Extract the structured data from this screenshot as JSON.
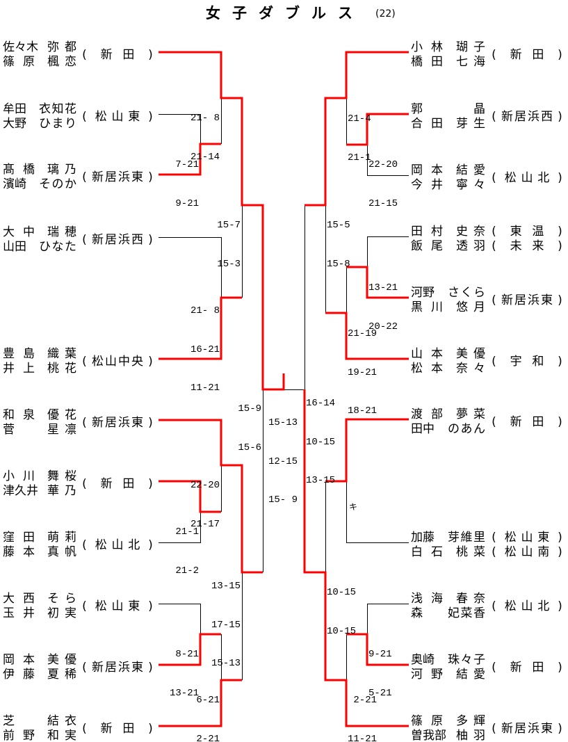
{
  "header": {
    "title": "女子ダブルス",
    "entry_count": "(22)"
  },
  "school_brackets": {
    "open": "(",
    "close": ")"
  },
  "colors": {
    "winner_line": "#ff0000",
    "loser_line": "#000000"
  },
  "left_teams": [
    {
      "players": [
        {
          "family": "佐々木",
          "given": "弥都"
        },
        {
          "family": "篠原",
          "given": "楓恋"
        }
      ],
      "school": "新田"
    },
    {
      "players": [
        {
          "family": "牟田",
          "given": "衣知花"
        },
        {
          "family": "大野",
          "given": "ひまり"
        }
      ],
      "school": "松山東"
    },
    {
      "players": [
        {
          "family": "髙橋",
          "given": "璃乃"
        },
        {
          "family": "濱崎",
          "given": "そのか"
        }
      ],
      "school": "新居浜東"
    },
    {
      "players": [
        {
          "family": "大中",
          "given": "瑞穂"
        },
        {
          "family": "山田",
          "given": "ひなた"
        }
      ],
      "school": "新居浜西"
    },
    {
      "players": [
        {
          "family": "豊島",
          "given": "織葉"
        },
        {
          "family": "井上",
          "given": "桃花"
        }
      ],
      "school": "松山中央"
    },
    {
      "players": [
        {
          "family": "和泉",
          "given": "優花"
        },
        {
          "family": "菅",
          "given": "星凛"
        }
      ],
      "school": "新居浜東"
    },
    {
      "players": [
        {
          "family": "小川",
          "given": "舞桜"
        },
        {
          "family": "津久井",
          "given": "華乃"
        }
      ],
      "school": "新田"
    },
    {
      "players": [
        {
          "family": "窪田",
          "given": "萌莉"
        },
        {
          "family": "藤本",
          "given": "真帆"
        }
      ],
      "school": "松山北"
    },
    {
      "players": [
        {
          "family": "大西",
          "given": "そら"
        },
        {
          "family": "玉井",
          "given": "初実"
        }
      ],
      "school": "松山東"
    },
    {
      "players": [
        {
          "family": "岡本",
          "given": "美優"
        },
        {
          "family": "伊藤",
          "given": "夏稀"
        }
      ],
      "school": "新居浜東"
    },
    {
      "players": [
        {
          "family": "芝",
          "given": "結衣"
        },
        {
          "family": "前野",
          "given": "和実"
        }
      ],
      "school": "新田"
    }
  ],
  "right_teams": [
    {
      "players": [
        {
          "family": "小林",
          "given": "瑚子"
        },
        {
          "family": "橋田",
          "given": "七海"
        }
      ],
      "school": "新田"
    },
    {
      "players": [
        {
          "family": "郭",
          "given": "晶"
        },
        {
          "family": "合田",
          "given": "芽生"
        }
      ],
      "school": "新居浜西"
    },
    {
      "players": [
        {
          "family": "岡本",
          "given": "結愛"
        },
        {
          "family": "今井",
          "given": "寧々"
        }
      ],
      "school": "松山北"
    },
    {
      "players": [
        {
          "family": "田村",
          "given": "史奈",
          "school": "東温"
        },
        {
          "family": "飯尾",
          "given": "透羽",
          "school": "未来"
        }
      ]
    },
    {
      "players": [
        {
          "family": "河野",
          "given": "さくら"
        },
        {
          "family": "黒川",
          "given": "悠月"
        }
      ],
      "school": "新居浜東"
    },
    {
      "players": [
        {
          "family": "山本",
          "given": "美優"
        },
        {
          "family": "松本",
          "given": "奈々"
        }
      ],
      "school": "宇和"
    },
    {
      "players": [
        {
          "family": "渡部",
          "given": "夢菜"
        },
        {
          "family": "田中",
          "given": "のあん"
        }
      ],
      "school": "新田"
    },
    {
      "players": [
        {
          "family": "加藤",
          "given": "芽維里",
          "school": "松山東"
        },
        {
          "family": "白石",
          "given": "桃菜",
          "school": "松山南"
        }
      ]
    },
    {
      "players": [
        {
          "family": "浅海",
          "given": "春奈"
        },
        {
          "family": "森",
          "given": "妃菜香"
        }
      ],
      "school": "松山北"
    },
    {
      "players": [
        {
          "family": "奥崎",
          "given": "珠々子"
        },
        {
          "family": "河野",
          "given": "結愛"
        }
      ],
      "school": "新田"
    },
    {
      "players": [
        {
          "family": "篠原",
          "given": "多輝"
        },
        {
          "family": "曽我部",
          "given": "柚羽"
        }
      ],
      "school": "新居浜東"
    }
  ],
  "matches": {
    "left_r1_a": {
      "winner": "lower",
      "scores": [
        "7-21",
        "9-21"
      ]
    },
    "left_r2_a": {
      "winner": "upper",
      "scores": [
        "21- 8",
        "21-14"
      ]
    },
    "left_r2_b": {
      "winner": "lower",
      "scores": [
        "21- 8",
        "16-21",
        "11-21"
      ]
    },
    "left_qf_a": {
      "winner": "upper",
      "scores": [
        "15-7",
        "15-3"
      ]
    },
    "left_r1_b": {
      "winner": "upper",
      "scores": [
        "21-1",
        "21-2"
      ]
    },
    "left_r2_c": {
      "winner": "upper",
      "scores": [
        "22-20",
        "21-17"
      ]
    },
    "left_r1_c": {
      "winner": "lower",
      "scores": [
        "8-21",
        "13-21"
      ]
    },
    "left_r2_d": {
      "winner": "lower",
      "scores": [
        "6-21",
        "2-21"
      ]
    },
    "left_qf_b": {
      "winner": "upper",
      "scores": [
        "13-15",
        "17-15",
        "15-13"
      ]
    },
    "left_sf": {
      "winner": "upper",
      "scores": [
        "15-9",
        "15-6"
      ]
    },
    "final": {
      "winner": "left",
      "scores": [
        "15-13",
        "12-15",
        "15- 9"
      ]
    },
    "right_r1_a": {
      "winner": "upper",
      "scores": [
        "22-20",
        "21-15"
      ]
    },
    "right_r2_a": {
      "winner": "upper",
      "scores": [
        "21-4",
        "21-1"
      ]
    },
    "right_r1_b": {
      "winner": "lower",
      "scores": [
        "13-21",
        "20-22"
      ]
    },
    "right_r2_b": {
      "winner": "lower",
      "scores": [
        "21-19",
        "19-21",
        "18-21"
      ]
    },
    "right_qf_a": {
      "winner": "upper",
      "scores": [
        "15-5",
        "15-8"
      ]
    },
    "right_r1_c": {
      "winner": "upper",
      "scores": [
        "キ"
      ]
    },
    "right_r1_d": {
      "winner": "lower",
      "scores": [
        "9-21",
        "5-21"
      ]
    },
    "right_r2_c": {
      "winner": "lower",
      "scores": [
        "2-21",
        "11-21"
      ]
    },
    "right_qf_b": {
      "winner": "lower",
      "scores": [
        "10-15",
        "10-15"
      ]
    },
    "right_sf": {
      "winner": "lower",
      "scores": [
        "16-14",
        "10-15",
        "13-15"
      ]
    }
  }
}
